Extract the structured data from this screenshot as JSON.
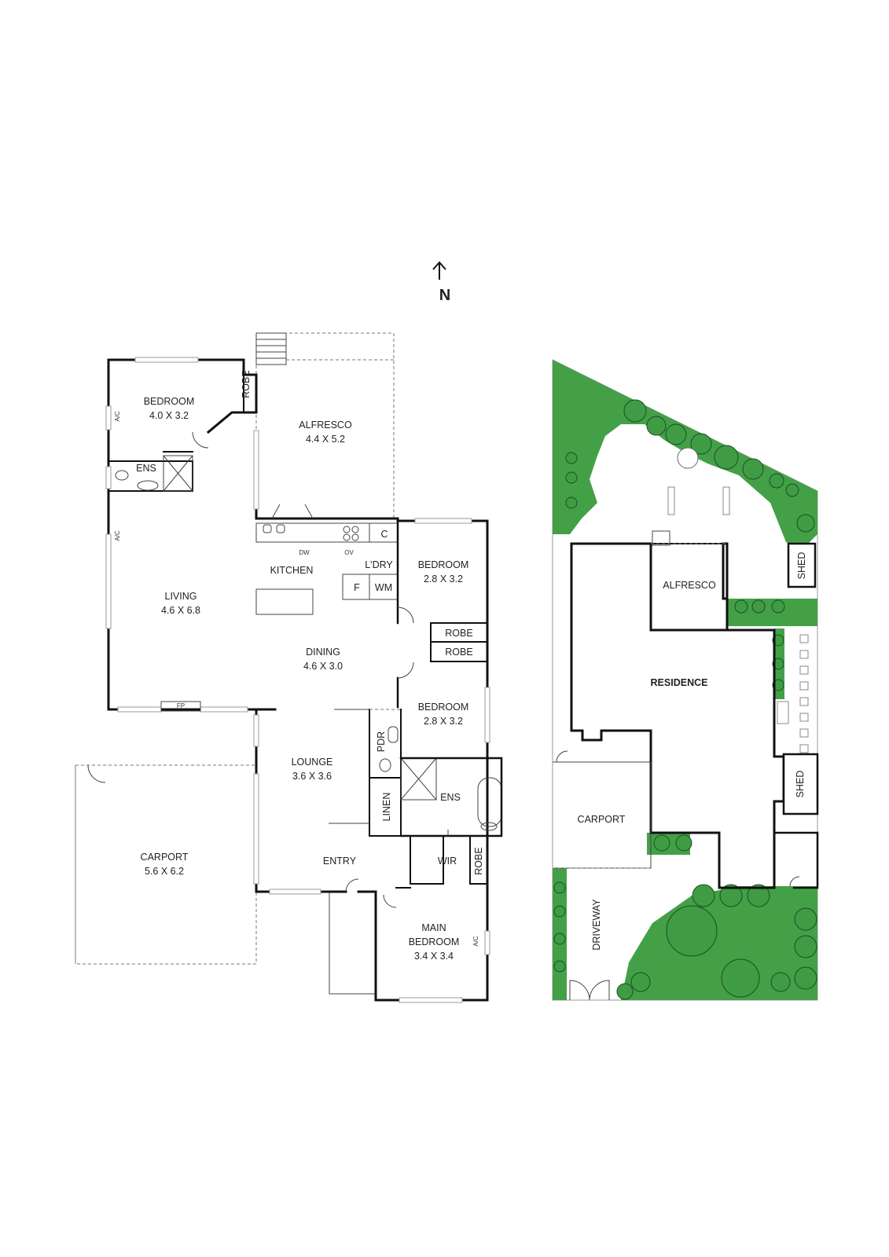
{
  "compass": {
    "label": "N"
  },
  "floor_plan": {
    "rooms": {
      "bedroom_nw": {
        "name": "BEDROOM",
        "size": "4.0 X 3.2"
      },
      "robe_nw": {
        "name": "ROBE"
      },
      "alfresco": {
        "name": "ALFRESCO",
        "size": "4.4 X 5.2"
      },
      "ens_nw": {
        "name": "ENS"
      },
      "living": {
        "name": "LIVING",
        "size": "4.6 X 6.8"
      },
      "kitchen": {
        "name": "KITCHEN"
      },
      "laundry": {
        "name": "L'DRY"
      },
      "fridge": {
        "name": "F"
      },
      "washing": {
        "name": "WM"
      },
      "cupboard": {
        "name": "C"
      },
      "dishwasher": {
        "name": "DW"
      },
      "oven": {
        "name": "OV"
      },
      "bedroom_ne": {
        "name": "BEDROOM",
        "size": "2.8 X 3.2"
      },
      "robe_1": {
        "name": "ROBE"
      },
      "robe_2": {
        "name": "ROBE"
      },
      "dining": {
        "name": "DINING",
        "size": "4.6 X 3.0"
      },
      "bedroom_e": {
        "name": "BEDROOM",
        "size": "2.8 X 3.2"
      },
      "pdr": {
        "name": "PDR"
      },
      "lounge": {
        "name": "LOUNGE",
        "size": "3.6 X 3.6"
      },
      "linen": {
        "name": "LINEN"
      },
      "ens_e": {
        "name": "ENS"
      },
      "carport": {
        "name": "CARPORT",
        "size": "5.6 X 6.2"
      },
      "entry": {
        "name": "ENTRY"
      },
      "wir": {
        "name": "WIR"
      },
      "robe_main": {
        "name": "ROBE"
      },
      "main_bedroom": {
        "name_line1": "MAIN",
        "name_line2": "BEDROOM",
        "size": "3.4 X 3.4"
      }
    },
    "fixtures": {
      "ac_1": "A/C",
      "ac_2": "A/C",
      "ac_3": "A/C",
      "fp": "FP"
    }
  },
  "site_plan": {
    "alfresco": "ALFRESCO",
    "shed_north": "SHED",
    "residence": "RESIDENCE",
    "shed_south": "SHED",
    "carport": "CARPORT",
    "driveway": "DRIVEWAY"
  },
  "colors": {
    "garden": "#43a047",
    "tree_fill": "#3f9c45",
    "tree_outline": "#1d4d22",
    "walls": "#111111"
  }
}
